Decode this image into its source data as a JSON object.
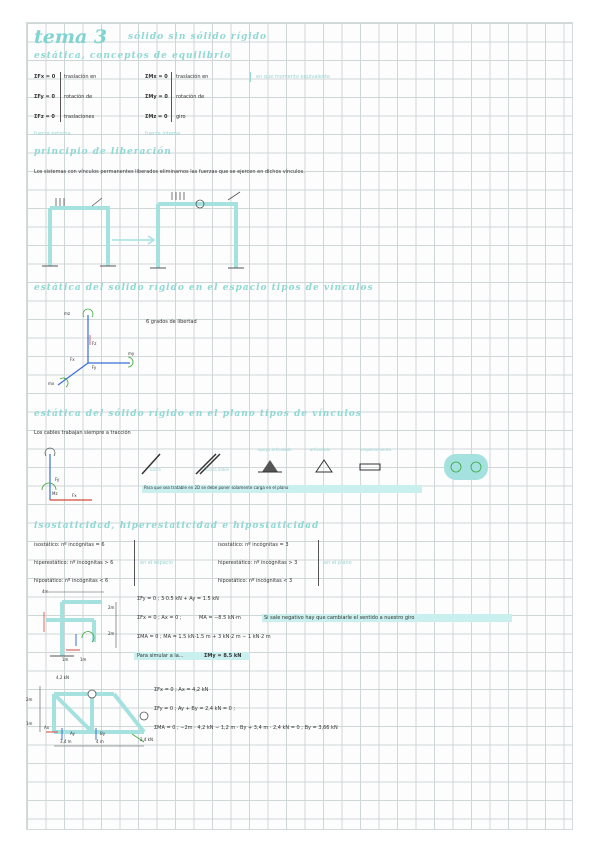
{
  "header": {
    "title_main": "tema 3",
    "title_sub": "sólido sin sólido rígido",
    "subtitle": "estática, conceptos de equilibrio"
  },
  "equilibrium": {
    "left": [
      {
        "eq": "ΣFx = 0",
        "desc": "traslación en"
      },
      {
        "eq": "ΣFy = 0",
        "desc": "rotación de"
      },
      {
        "eq": "ΣFz = 0",
        "desc": "traslaciones"
      }
    ],
    "right": [
      {
        "eq": "ΣMx = 0",
        "desc": "traslación en"
      },
      {
        "eq": "ΣMy = 0",
        "desc": "rotación de"
      },
      {
        "eq": "ΣMz = 0",
        "desc": "giro"
      }
    ],
    "note": "en que momento equivalente",
    "foot_left": "fuerza externa",
    "foot_right": "fuerza interna"
  },
  "principle": {
    "heading": "principio de liberación",
    "text": "Los sistemas con vínculos permanentes liberados eliminamos las fuerzas que se ejercen en dichos vínculos."
  },
  "section3d": {
    "heading": "estática del sólido rígido en el espacio tipos de vínculos",
    "label": "6 grados de libertad",
    "axes": {
      "mx": "mx",
      "my": "my",
      "mz": "mz",
      "fx": "Fx",
      "fy": "Fy",
      "fz": "Fz"
    }
  },
  "section2d": {
    "heading": "estática del sólido rígido en el plano tipos de vínculos",
    "text": "Los cables trabajan siempre a tracción",
    "support_labels": [
      "apoyo articulado",
      "articulado",
      "empotramiento"
    ],
    "under_labels": [
      "barra",
      "barra doble"
    ],
    "axes": {
      "fy": "Fy",
      "fx": "Fx",
      "mz": "Mz"
    },
    "note": "Para que sea tratable en 2D se debe poner solamente carga en el plano"
  },
  "hyper": {
    "heading": "isostaticidad, hiperestaticidad e hipostaticidad",
    "left": [
      "isostático: nº incógnitas = 6",
      "hiperestático: nº incógnitas > 6",
      "hipostático: nº incógnitas < 6"
    ],
    "left_note": "en el espacio",
    "right": [
      "isostático: nº incógnitas = 3",
      "hiperestático: nº incógnitas > 3",
      "hipostático: nº incógnitas < 3"
    ],
    "right_note": "en el plano"
  },
  "example1": {
    "dims": [
      "4m",
      "2m",
      "2m",
      "1m",
      "1m"
    ],
    "eqs": [
      "ΣFy = 0 ; 3·0.5 kN + Ay = 1.5 kN",
      "ΣFx = 0 ; Ax = 0 ;",
      "ΣMA = 0 ; MA = 1.5 kN·1.5 m + 3 kN·2 m − 1 kN·2 m",
      "Para simular a la..."
    ],
    "eq2_extra": "MA = −8.5 kN·m",
    "eq2_note": "Si sale negativo hay que cambiarle el sentido a nuestro giro",
    "highlight": "ΣMy = 8.5 kN"
  },
  "example2": {
    "dims": [
      "4,2 kN",
      "2m",
      "1m",
      "3,4 m",
      "4 m"
    ],
    "eqs": [
      "ΣFx = 0 ; Ax = 4,2 kN",
      "ΣFy = 0 ; Ay + By = 2,4 kN = 0 ;",
      "ΣMA = 0 ; −2m · 4,2 kN − 1,2 m · By + 3,4 m · 2,4 kN = 0 ; By = 3,66 kN"
    ],
    "labels": [
      "Ax",
      "Ay",
      "By",
      "2,4 kN"
    ]
  },
  "colors": {
    "accent": "#8fd8d4",
    "ink": "#333333",
    "blue": "#3b6fd1",
    "green": "#3aa63a",
    "red": "#d24a3a"
  }
}
